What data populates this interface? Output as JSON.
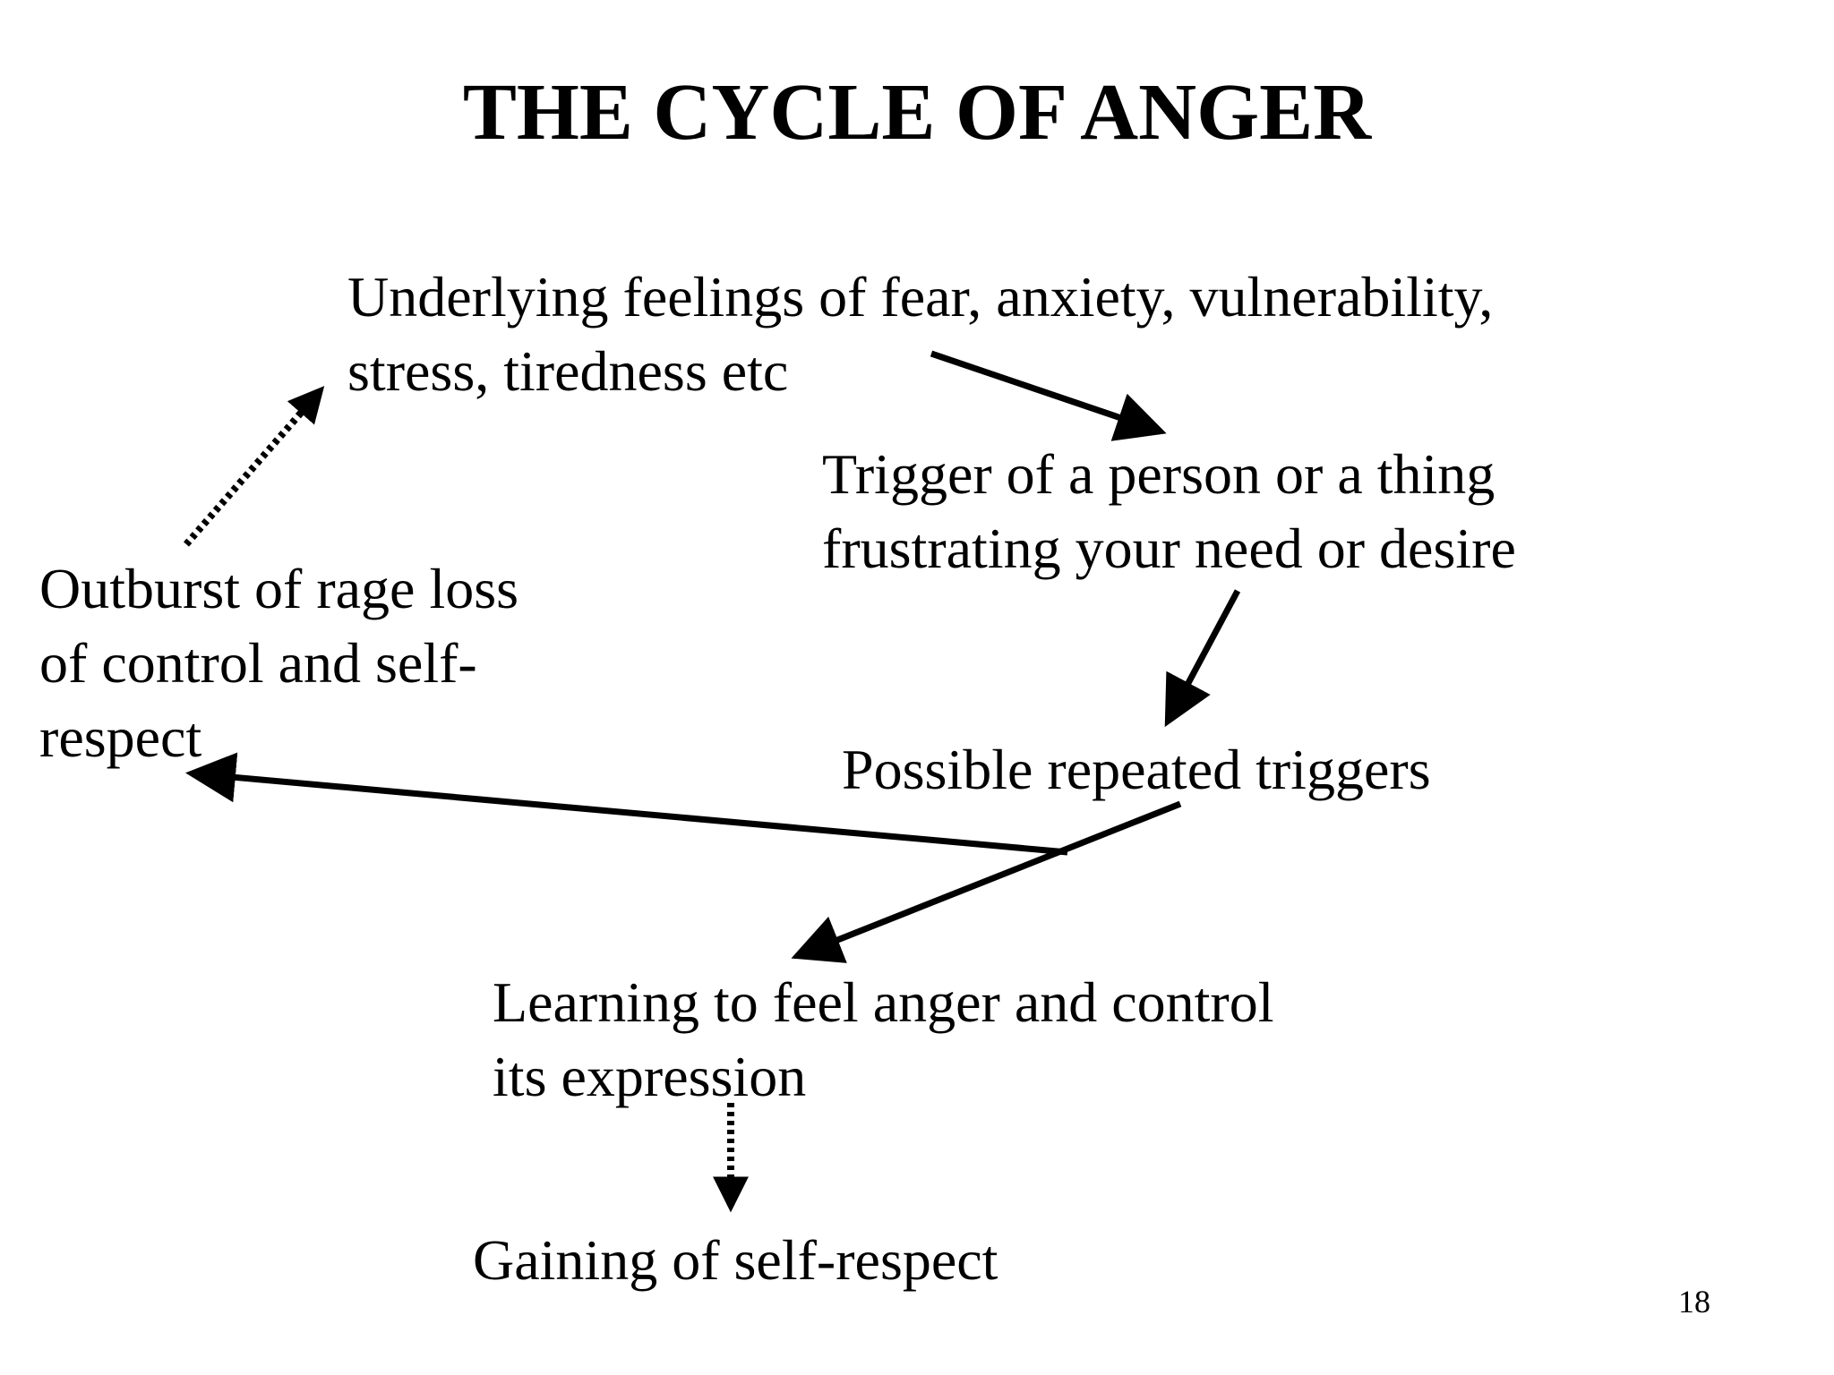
{
  "title": "THE CYCLE OF ANGER",
  "nodes": {
    "underlying": {
      "line1": "Underlying feelings of fear, anxiety, vulnerability,",
      "line2": "stress, tiredness etc"
    },
    "trigger": {
      "line1": "Trigger of a person or a thing",
      "line2": "frustrating your need or desire"
    },
    "outburst": {
      "line1": "Outburst of rage loss",
      "line2": "of control and self-",
      "line3": "respect"
    },
    "repeated": {
      "line1": "Possible repeated triggers"
    },
    "learning": {
      "line1": "Learning to feel anger and control",
      "line2": "its expression"
    },
    "gaining": {
      "line1": "Gaining of self-respect"
    }
  },
  "page_number": "18",
  "colors": {
    "text": "#000000",
    "arrows": "#000000",
    "background": "#ffffff"
  }
}
